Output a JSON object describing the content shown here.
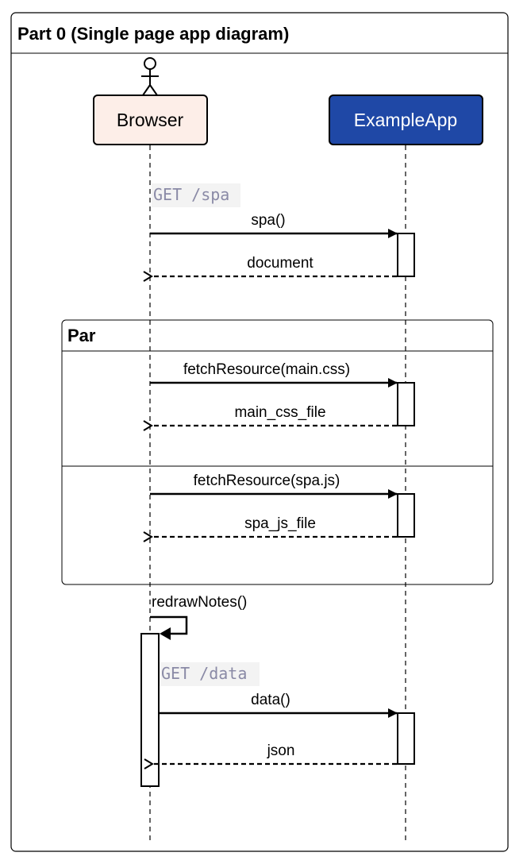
{
  "diagram": {
    "title": "Part 0 (Single page app diagram)",
    "participants": {
      "browser": "Browser",
      "app": "ExampleApp"
    },
    "notes": {
      "get_spa": "GET /spa",
      "get_data": "GET /data"
    },
    "messages": {
      "spa_call": "spa()",
      "document": "document",
      "fetch_css": "fetchResource(main.css)",
      "css_file": "main_css_file",
      "fetch_js": "fetchResource(spa.js)",
      "js_file": "spa_js_file",
      "redraw": "redrawNotes()",
      "data_call": "data()",
      "json": "json"
    },
    "par_label": "Par",
    "colors": {
      "browser_fill": "#fdeee8",
      "app_fill": "#1f48a6",
      "app_text": "#ffffff",
      "note_bg": "#f3f3f3",
      "note_text": "#8a8aa6"
    }
  }
}
